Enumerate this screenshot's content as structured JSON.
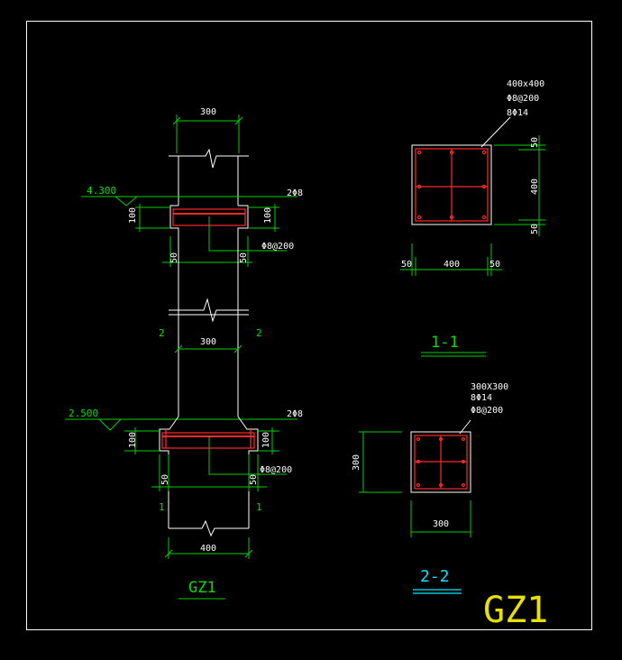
{
  "drawing": {
    "elevation_title": "GZ1",
    "elevation": {
      "top_width": "300",
      "top_level": "4.300",
      "top_bars": "2Φ8",
      "top_ledge_height_left": "100",
      "top_ledge_height_right": "100",
      "top_stirrup": "Φ8@200",
      "top_ledge_left": "50",
      "top_ledge_right": "50",
      "section_mark_left": "2",
      "section_mark_right": "2",
      "mid_width": "300",
      "bottom_level": "2.500",
      "bottom_bars": "2Φ8",
      "bottom_ledge_height_left": "100",
      "bottom_ledge_height_right": "100",
      "bottom_stirrup": "Φ8@200",
      "bottom_ledge_left": "50",
      "bottom_ledge_right": "50",
      "section_mark_1_left": "1",
      "section_mark_1_right": "1",
      "bottom_width": "400"
    },
    "section_1": {
      "title": "1-1",
      "size": "400x400",
      "stirrup": "Φ8@200",
      "bars": "8Φ14",
      "dim_top": "50",
      "dim_mid": "400",
      "dim_bottom": "50",
      "dim_left": "50",
      "dim_center": "400",
      "dim_right": "50"
    },
    "section_2": {
      "title": "2-2",
      "size": "300X300",
      "bars": "8Φ14",
      "stirrup": "Φ8@200",
      "dim_height": "300",
      "dim_width": "300"
    },
    "sheet_title": "GZ1",
    "colors": {
      "background": "#000000",
      "outline": "#ffffff",
      "dimension": "#00d000",
      "rebar": "#ff2a2a",
      "section_title": "#00e5ff",
      "sheet_title": "#e8e000"
    }
  }
}
